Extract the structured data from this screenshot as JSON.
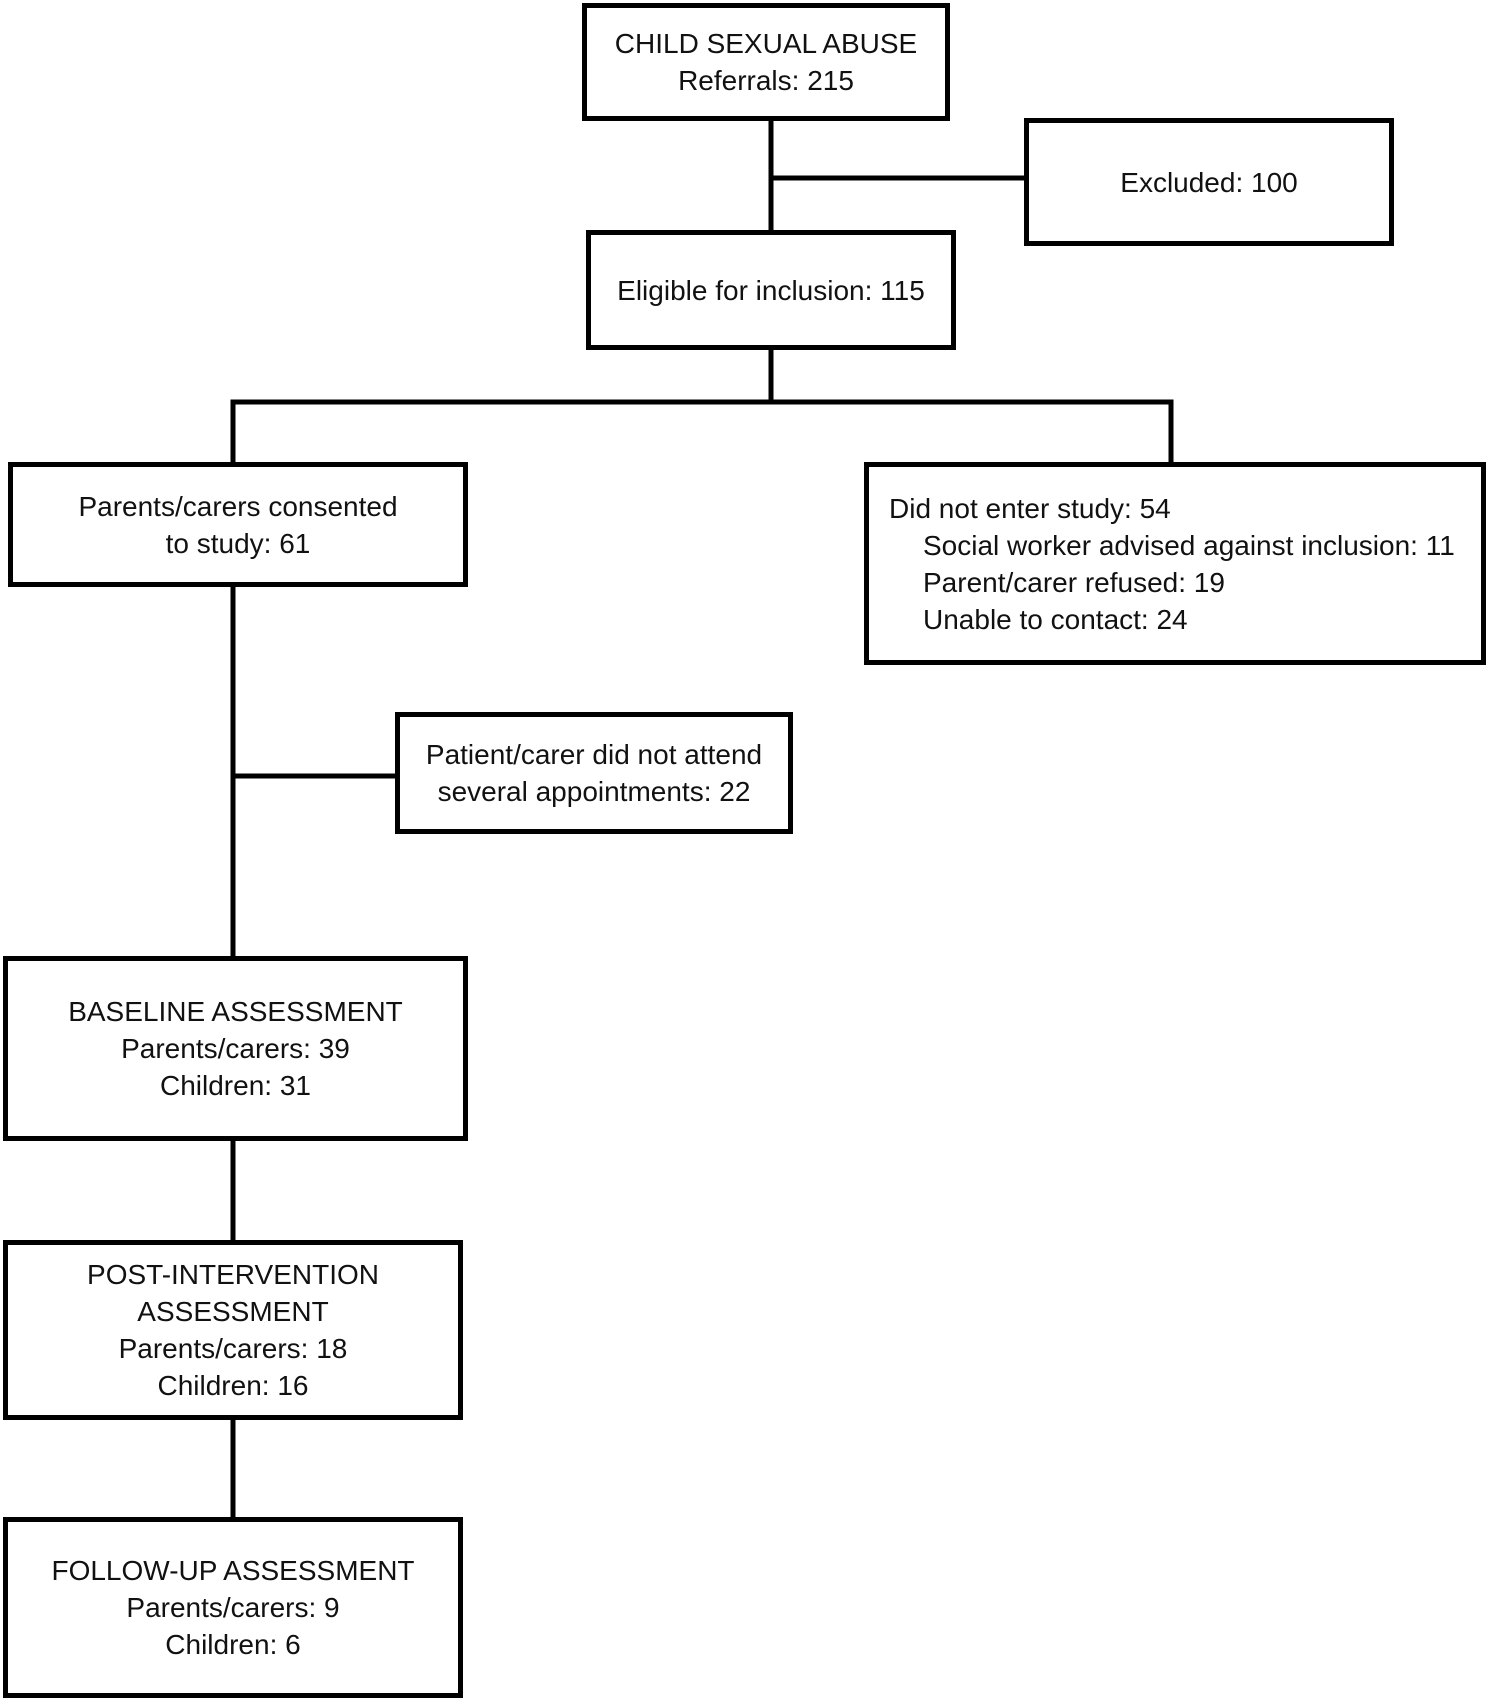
{
  "boxes": {
    "referrals": {
      "lines": [
        "CHILD SEXUAL ABUSE",
        "Referrals: 215"
      ]
    },
    "excluded": {
      "lines": [
        "Excluded: 100"
      ]
    },
    "eligible": {
      "lines": [
        "Eligible for inclusion: 115"
      ]
    },
    "consented": {
      "lines": [
        "Parents/carers consented",
        "to study: 61"
      ]
    },
    "not_entered": {
      "title": "Did not enter study: 54",
      "items": [
        "Social worker advised against inclusion: 11",
        "Parent/carer refused: 19",
        "Unable to contact: 24"
      ]
    },
    "did_not_attend": {
      "lines": [
        "Patient/carer did not attend",
        "several appointments: 22"
      ]
    },
    "baseline": {
      "lines": [
        "BASELINE ASSESSMENT",
        "Parents/carers: 39",
        "Children: 31"
      ]
    },
    "post_intervention": {
      "lines": [
        "POST-INTERVENTION",
        "ASSESSMENT",
        "Parents/carers: 18",
        "Children: 16"
      ]
    },
    "follow_up": {
      "lines": [
        "FOLLOW-UP ASSESSMENT",
        "Parents/carers: 9",
        "Children: 6"
      ]
    }
  }
}
